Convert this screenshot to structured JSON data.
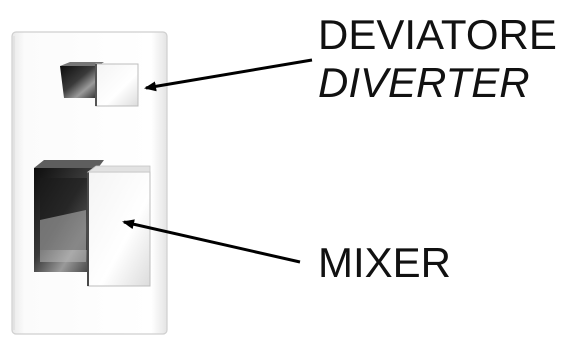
{
  "labels": {
    "diverter_it": "DEVIATORE",
    "diverter_en": "DIVERTER",
    "mixer": "MIXER"
  },
  "colors": {
    "plate": "#f6f6f6",
    "plate_edge": "#cfcfcf",
    "chrome_dark": "#1a1a1a",
    "chrome_mid": "#8a8a8a",
    "text": "#111111",
    "arrow": "#000000"
  }
}
